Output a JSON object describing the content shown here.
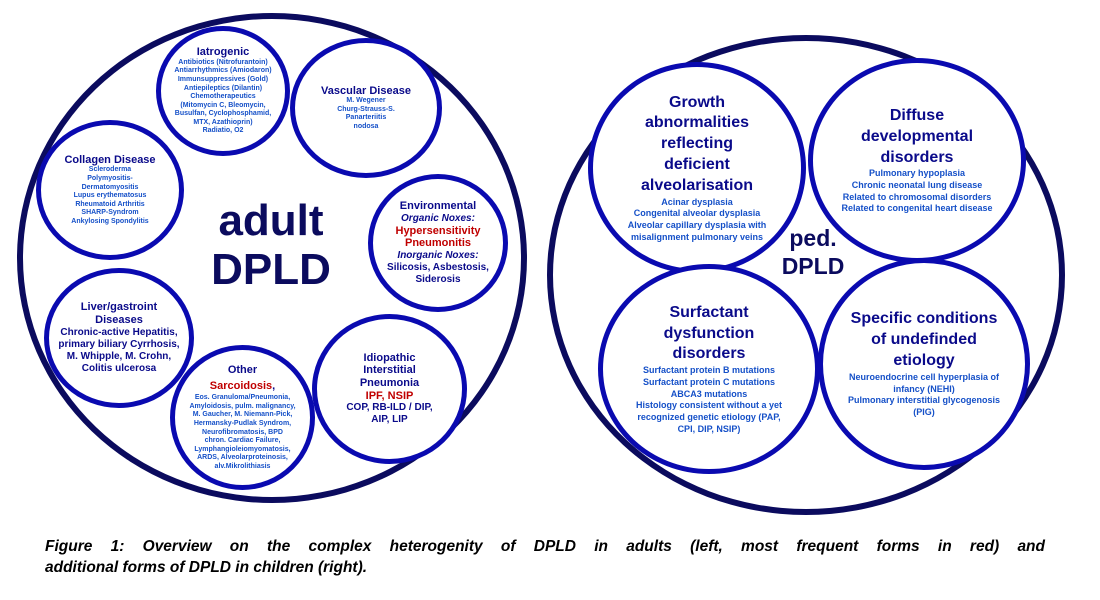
{
  "left": {
    "center_line1": "adult",
    "center_line2": "DPLD",
    "iatrogenic": {
      "title": "Iatrogenic",
      "lines": [
        "Antibiotics (Nitrofurantoin)",
        "Antiarrhythmics (Amiodaron)",
        "Immunsuppressives (Gold)",
        "Antiepileptics (Dilantin)",
        "Chemotherapeutics",
        "(Mitomycin C, Bleomycin,",
        "Busulfan,  Cyclophosphamid,",
        "MTX, Azathioprin)",
        "Radiatio, O2"
      ]
    },
    "vascular": {
      "title": "Vascular Disease",
      "lines": [
        "M. Wegener",
        "Churg-Strauss-S.",
        "Panarteriitis",
        "nodosa"
      ]
    },
    "collagen": {
      "title": "Collagen Disease",
      "lines": [
        "Scleroderma",
        "Polymyositis-",
        "Dermatomyositis",
        "Lupus erythematosus",
        "Rheumatoid Arthritis",
        "SHARP-Syndrom",
        "Ankylosing Spondylitis"
      ]
    },
    "environmental": {
      "title": "Environmental",
      "organic": "Organic Noxes:",
      "hyper1": "Hypersensitivity",
      "hyper2": "Pneumonitis",
      "inorganic": "Inorganic Noxes:",
      "lines": [
        "Silicosis, Asbestosis,",
        "Siderosis"
      ]
    },
    "liver": {
      "title1": "Liver/gastroint",
      "title2": "Diseases",
      "lines": [
        "Chronic-active Hepatitis,",
        "primary biliary Cyrrhosis,",
        "M. Whipple, M. Crohn,",
        "Colitis ulcerosa"
      ]
    },
    "idiopathic": {
      "title1": "Idiopathic",
      "title2": "Interstitial",
      "title3": "Pneumonia",
      "red": "IPF, NSIP",
      "lines": [
        "COP, RB-ILD / DIP,",
        "AIP, LIP"
      ]
    },
    "other": {
      "title": "Other",
      "red": "Sarcoidosis",
      "comma": ",",
      "lines": [
        "Eos. Granuloma/Pneumonia,",
        "Amyloidosis, pulm. malignancy,",
        "M. Gaucher, M. Niemann-Pick,",
        "Hermansky-Pudlak Syndrom,",
        "Neurofibromatosis, BPD",
        "chron. Cardiac Failure,",
        "Lymphangioleiomyomatosis,",
        "ARDS, Alveolarproteinosis,",
        "alv.Mikrolithiasis"
      ]
    }
  },
  "right": {
    "center_line1": "ped.",
    "center_line2": "DPLD",
    "growth": {
      "title": [
        "Growth",
        "abnormalities",
        "reflecting",
        "deficient",
        "alveolarisation"
      ],
      "lines": [
        "Acinar dysplasia",
        "Congenital alveolar dysplasia",
        "Alveolar capillary dysplasia with",
        "misalignment pulmonary veins"
      ]
    },
    "diffuse": {
      "title": [
        "Diffuse",
        "developmental",
        "disorders"
      ],
      "lines": [
        "Pulmonary hypoplasia",
        "Chronic neonatal lung disease",
        "Related  to chromosomal disorders",
        "Related to congenital heart disease"
      ]
    },
    "surfactant": {
      "title": [
        "Surfactant",
        "dysfunction",
        "disorders"
      ],
      "lines": [
        "Surfactant protein B mutations",
        "Surfactant protein C mutations",
        "ABCA3 mutations",
        "Histology consistent without a yet",
        "recognized genetic etiology (PAP,",
        "CPI, DIP, NSIP)"
      ]
    },
    "specific": {
      "title": [
        "Specific conditions",
        "of undefinded",
        "etiology"
      ],
      "lines": [
        "Neuroendocrine cell hyperplasia of",
        "infancy (NEHI)",
        "Pulmonary interstitial glycogenosis",
        "(PIG)"
      ]
    }
  },
  "caption": {
    "line1": "Figure 1: Overview on the complex heterogenity of DPLD in adults (left, most frequent forms in red) and",
    "line2": "additional forms of DPLD in children (right)."
  }
}
